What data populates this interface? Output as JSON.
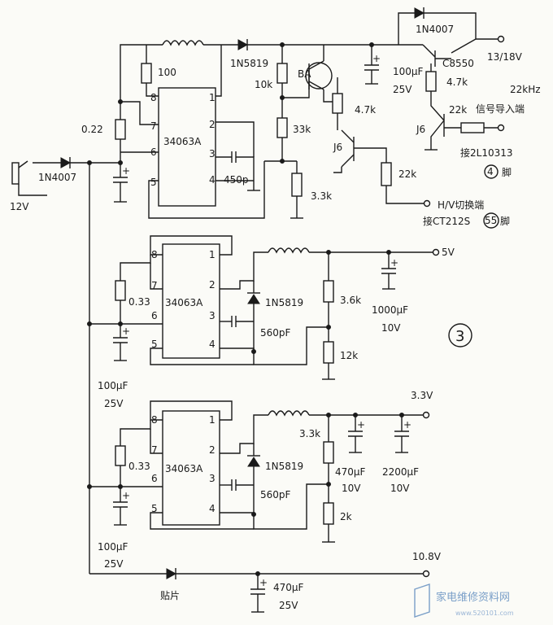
{
  "ic": [
    "34063A",
    "34063A",
    "34063A"
  ],
  "pins": [
    "8",
    "1",
    "7",
    "2",
    "6",
    "3",
    "5",
    "4"
  ],
  "top": {
    "r_100": "100",
    "r_022": "0.22",
    "d_in": "1N4007",
    "d_schottky": "1N5819",
    "d_top": "1N4007",
    "r_10k": "10k",
    "r_33k": "33k",
    "r_33": "3.3k",
    "c_450p": "450p",
    "ba": "BA",
    "r_47k_a": "4.7k",
    "j6_a": "J6",
    "r_22k_a": "22k",
    "c_100uf": "100μF",
    "c_25v": "25V",
    "q_c8550": "C8550",
    "r_47k_b": "4.7k",
    "r_22k_b": "22k",
    "j6_b": "J6",
    "out_1318": "13/18V",
    "f_22khz": "22kHz",
    "sig_in": "信号导入端",
    "jie_a": "接2L10313",
    "pin4": "④",
    "jiao_a": "脚",
    "hv": "H/V切换端",
    "jie_b": "接CT212S",
    "pin55": "55",
    "jiao_b": "脚",
    "v12": "12V"
  },
  "mid": {
    "r_033": "0.33",
    "d_1n5819": "1N5819",
    "r_36k": "3.6k",
    "c_1000uf": "1000μF",
    "c_10v": "10V",
    "c_560pf": "560pF",
    "r_12k": "12k",
    "out_5v": "5V",
    "c_100uf": "100μF",
    "c_25v": "25V",
    "fig": "3"
  },
  "bot": {
    "r_033": "0.33",
    "d_1n5819": "1N5819",
    "r_33k": "3.3k",
    "c_470uf": "470μF",
    "c_10v_a": "10V",
    "c_2200uf": "2200μF",
    "c_10v_b": "10V",
    "c_560pf": "560pF",
    "r_2k": "2k",
    "out_33v": "3.3V",
    "c_100uf": "100μF",
    "c_25v": "25V"
  },
  "rail": {
    "out_108v": "10.8V",
    "tiepian": "贴片",
    "c_470uf": "470μF",
    "c_25v": "25V"
  },
  "watermark": {
    "text": "家电维修资料网",
    "url": "www.520101.com"
  }
}
